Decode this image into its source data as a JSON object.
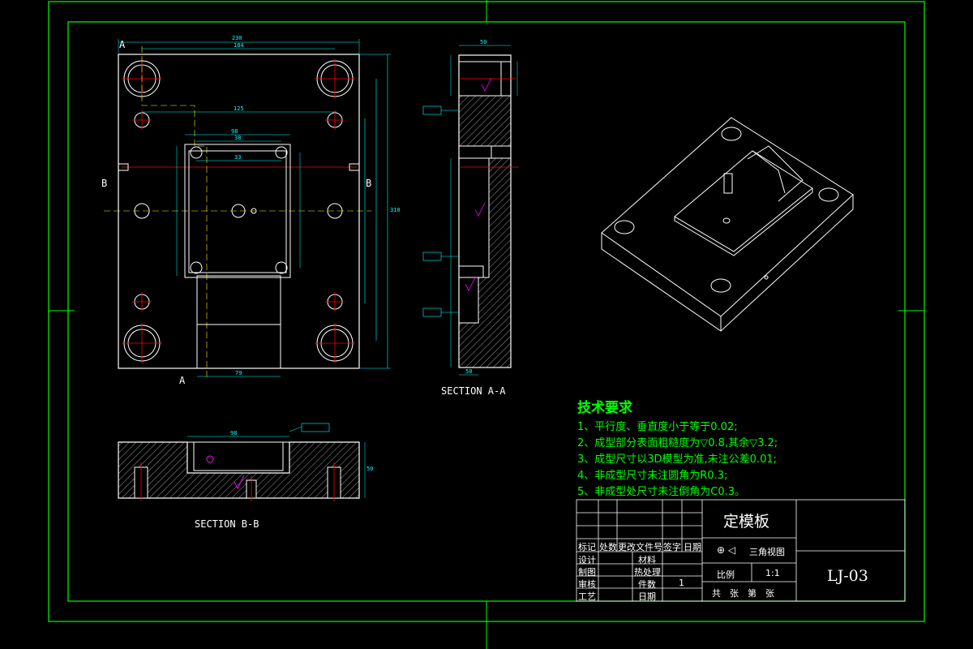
{
  "views": {
    "section_aa": "SECTION A-A",
    "section_bb": "SECTION B-B",
    "cut_a_top": "A",
    "cut_a_bottom": "A",
    "cut_b_left": "B",
    "cut_b_right": "B"
  },
  "dimensions": {
    "overall_width": "230",
    "width_184": "184",
    "width_125": "125",
    "pocket_top": "98",
    "pocket_inner": "38",
    "pocket_mid": "33",
    "bottom_79": "79",
    "height_310": "310",
    "side_top": "50",
    "side_bottom": "50",
    "bb_pocket": "98",
    "bb_height": "50"
  },
  "technical_requirements": {
    "title": "技术要求",
    "items": [
      "1、平行度、垂直度小于等于0.02;",
      "2、成型部分表面粗糙度为▽0.8,其余▽3.2;",
      "3、成型尺寸以3D模型为准,未注公差0.01;",
      "4、非成型尺寸未注圆角为R0.3;",
      "5、非成型处尺寸未注倒角为C0.3。"
    ]
  },
  "title_block": {
    "part_name": "定模板",
    "drawing_no": "LJ-03",
    "header_cols": [
      "标记",
      "处数",
      "更改文件号",
      "签字",
      "日期"
    ],
    "row_labels": [
      "设计",
      "制图",
      "审核",
      "工艺"
    ],
    "material_label": "材料",
    "heat_label": "热处理",
    "qty_label": "件数",
    "qty_value": "1",
    "date_label": "日期",
    "projection": "三角视图",
    "scale_label": "比例",
    "scale_value": "1:1",
    "sheets": "共　张　第　张"
  },
  "colors": {
    "background": "#000000",
    "frame": "#00ff00",
    "outline": "#ffffff",
    "center": "#ff0000",
    "dimension": "#00ffff",
    "text_green": "#00ff00",
    "marker": "#ff00ff"
  }
}
